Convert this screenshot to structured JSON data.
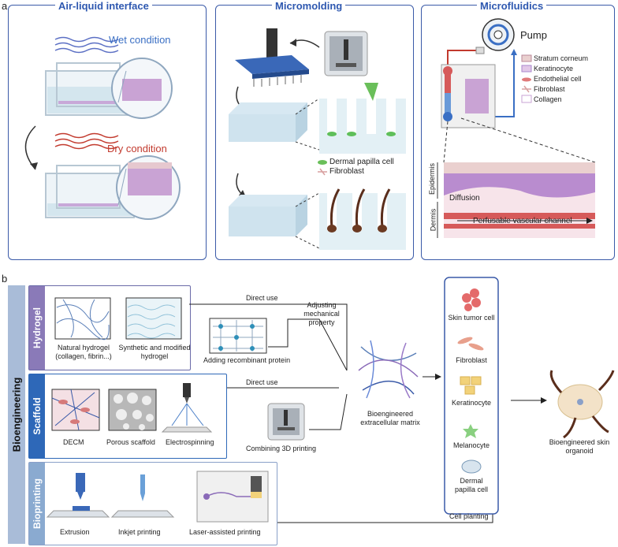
{
  "panel_a": {
    "letter": "a",
    "air_liquid": {
      "title": "Air-liquid interface",
      "wet": "Wet condition",
      "dry": "Dry condition",
      "colors": {
        "wet": "#3a6fc4",
        "dry": "#c23a2e"
      }
    },
    "micromolding": {
      "title": "Micromolding",
      "dermal_papilla": "Dermal papilla cell",
      "fibroblast": "Fibroblast"
    },
    "microfluidics": {
      "title": "Microfluidics",
      "pump": "Pump",
      "legend": [
        "Stratum corneum",
        "Keratinocyte",
        "Endothelial cell",
        "Fibroblast",
        "Collagen"
      ],
      "epidermis": "Epidermis",
      "dermis": "Dermis",
      "diffusion": "Diffusion",
      "channel": "Perfusable vascular channel"
    }
  },
  "panel_b": {
    "letter": "b",
    "side_label": "Bioengineering",
    "hydrogel": {
      "title": "Hydrogel",
      "natural": "Natural hydrogel (collagen, fibrin...)",
      "synthetic": "Synthetic and modified hydrogel",
      "recombinant": "Adding recombinant protein"
    },
    "scaffold": {
      "title": "Scaffold",
      "items": [
        "DECM",
        "Porous scaffold",
        "Electrospinning"
      ],
      "combining": "Combining 3D printing"
    },
    "bioprinting": {
      "title": "Bioprinting",
      "items": [
        "Extrusion",
        "Inkjet printing",
        "Laser-assisted printing"
      ]
    },
    "direct_use_1": "Direct use",
    "direct_use_2": "Direct use",
    "adjusting": "Adjusting mechanical property",
    "ecm": "Bioengineered extracellular matrix",
    "cells": [
      "Skin tumor cell",
      "Fibroblast",
      "Keratinocyte",
      "Melanocyte",
      "Dermal papilla cell"
    ],
    "cell_planting": "Cell planting",
    "organoid": "Bioengineered skin organoid"
  }
}
